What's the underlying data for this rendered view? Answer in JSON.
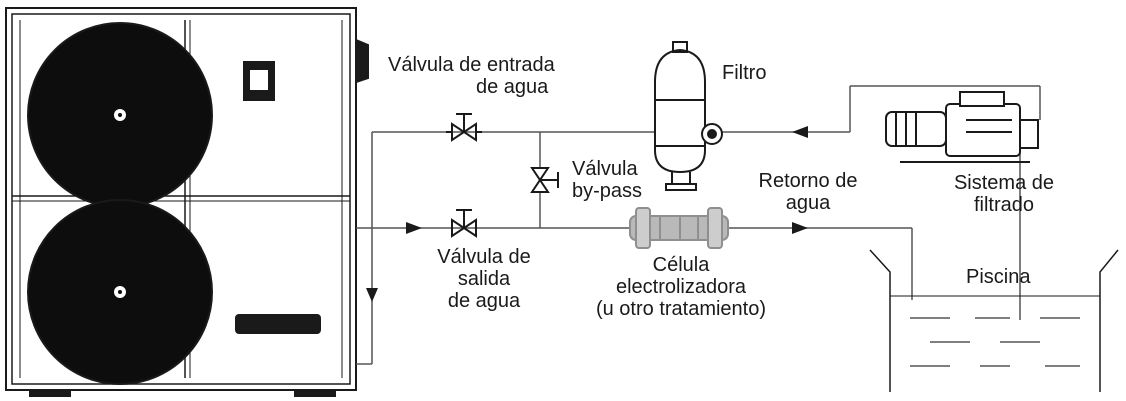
{
  "diagram": {
    "labels": {
      "inlet_valve": [
        "Válvula de entrada",
        "de agua"
      ],
      "filter": "Filtro",
      "bypass_valve": [
        "Válvula",
        "by-pass"
      ],
      "return": [
        "Retorno de",
        "agua"
      ],
      "filtration_system": [
        "Sistema de",
        "filtrado"
      ],
      "outlet_valve": [
        "Válvula de",
        "salida",
        "de agua"
      ],
      "electrolysis_cell": [
        "Célula",
        "electrolizadora",
        "(u otro tratamiento)"
      ],
      "pool": "Piscina"
    },
    "colors": {
      "line": "#1a1a1a",
      "pipe": "#555555",
      "cell": "#b9b9b9",
      "background": "#ffffff"
    },
    "components": [
      "heat-pump-unit",
      "fan-icon",
      "fan-icon",
      "control-display-icon",
      "inlet-valve-icon",
      "outlet-valve-icon",
      "bypass-valve-icon",
      "filter-tank-icon",
      "pump-icon",
      "electrolysis-cell-icon",
      "pool-tank"
    ]
  }
}
